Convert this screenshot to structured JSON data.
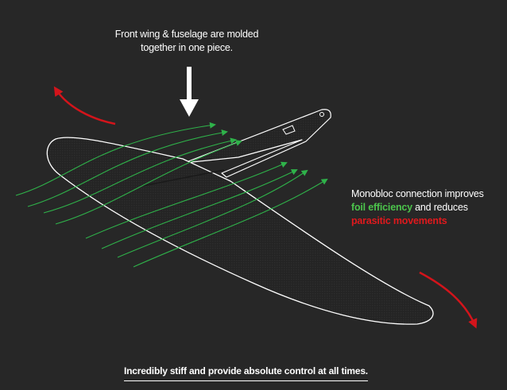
{
  "top_caption": {
    "line1": "Front wing & fuselage are molded",
    "line2": "together in one piece."
  },
  "right_caption": {
    "line1": "Monobloc connection improves",
    "highlight_green": "foil efficiency",
    "after_green": " and reduces",
    "highlight_red": "parasitic movements"
  },
  "footer": "Incredibly stiff and provide absolute control at all times.",
  "colors": {
    "background": "#272727",
    "airflow": "#2fb24a",
    "rotation_arrow": "#d3141b",
    "outline": "#ffffff"
  },
  "icons": {
    "down_arrow": "down-arrow-icon",
    "rotation_arrows": "curved-arrow-icon"
  }
}
